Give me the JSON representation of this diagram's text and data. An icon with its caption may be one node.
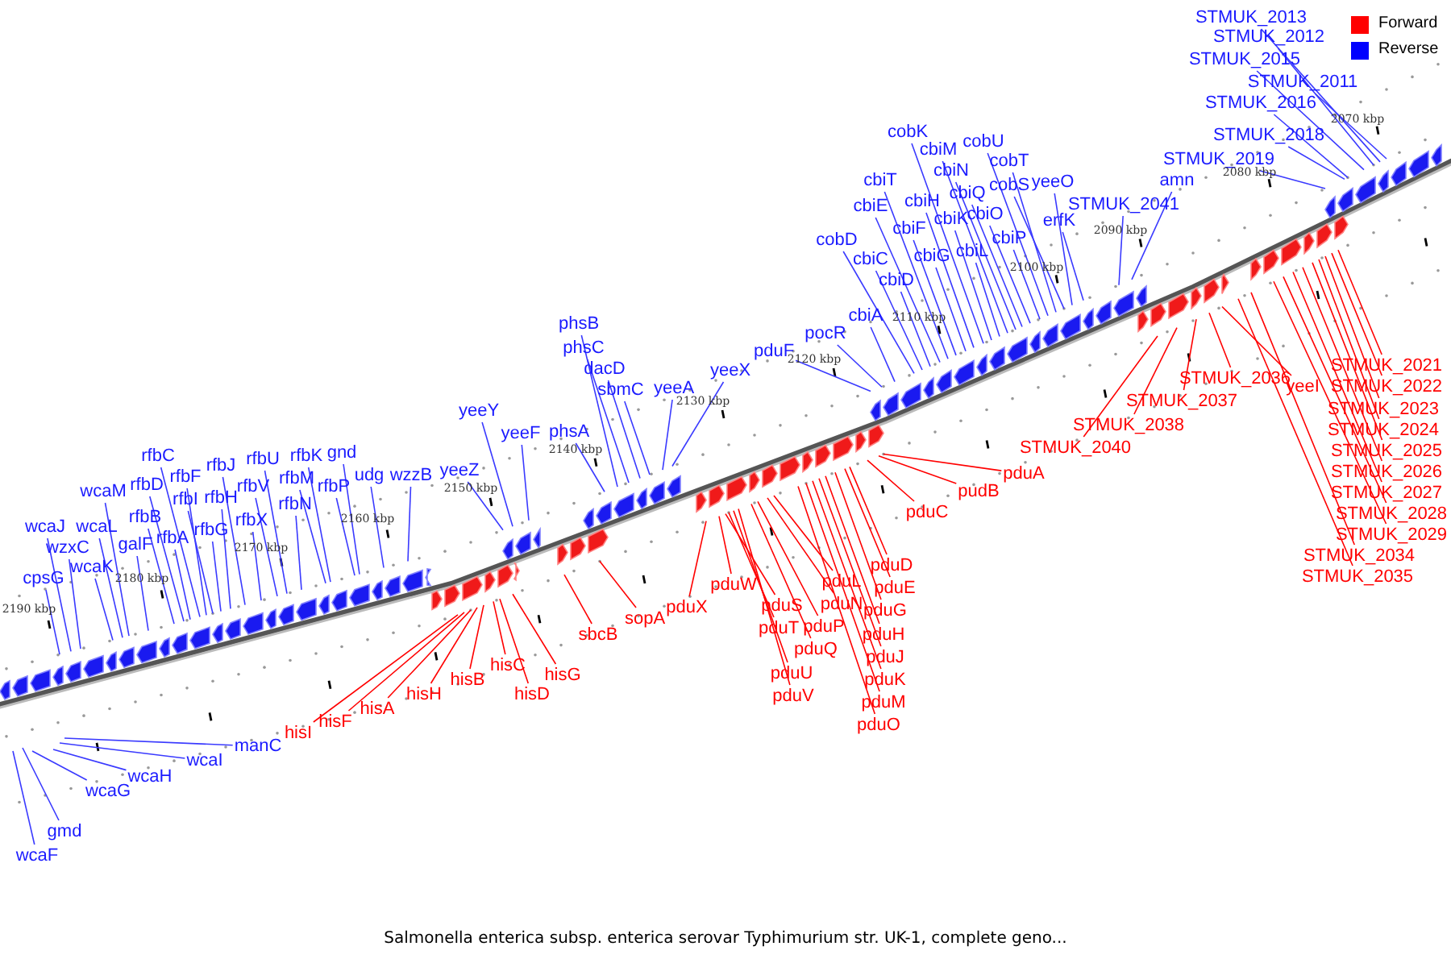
{
  "diagram": {
    "caption": "Salmonella enterica subsp. enterica serovar Typhimurium str. UK-1, complete geno...",
    "nodes": [
      {
        "text": [
          "rfbC"
        ]
      },
      {
        "text": [
          "gnd"
        ]
      },
      {
        "text": [
          "rfbK"
        ]
      },
      {
        "text": [
          "rfbU"
        ]
      },
      {
        "text": [
          "rfbJ"
        ]
      },
      {
        "text": [
          "rfbF"
        ]
      },
      {
        "text": [
          "rfbM"
        ]
      },
      {
        "text": [
          "udg"
        ]
      },
      {
        "text": [
          "wzzB"
        ]
      },
      {
        "text": [
          "rfbD"
        ]
      },
      {
        "text": [
          "rfbV"
        ]
      },
      {
        "text": [
          "rfbP"
        ]
      },
      {
        "text": [
          "wcaM"
        ]
      },
      {
        "text": [
          "rfbI"
        ]
      },
      {
        "text": [
          "rfbH"
        ]
      },
      {
        "text": [
          "rfbN"
        ]
      },
      {
        "text": [
          "rfbB"
        ]
      },
      {
        "text": [
          "rfbX"
        ]
      },
      {
        "text": [
          "wcaJ"
        ]
      },
      {
        "text": [
          "wcaL"
        ]
      },
      {
        "text": [
          "rfbG"
        ]
      },
      {
        "text": [
          "rfbA"
        ]
      },
      {
        "text": [
          "galF"
        ]
      },
      {
        "text": [
          "wzxC"
        ]
      },
      {
        "text": [
          "wcaK"
        ]
      },
      {
        "text": [
          "cpsG"
        ]
      },
      {
        "text": [
          "manC"
        ]
      },
      {
        "text": [
          "wcaI"
        ]
      },
      {
        "text": [
          "wcaH"
        ]
      },
      {
        "text": [
          "wcaG"
        ]
      },
      {
        "text": [
          "gmd"
        ]
      },
      {
        "text": [
          "wcaF"
        ]
      },
      {
        "text": [
          "yeeY"
        ]
      },
      {
        "text": [
          "yeeF"
        ]
      },
      {
        "text": [
          "yeeZ"
        ]
      },
      {
        "text": [
          "phsA"
        ]
      },
      {
        "text": [
          "phsB"
        ]
      },
      {
        "text": [
          "phsC"
        ]
      },
      {
        "text": [
          "dacD"
        ]
      },
      {
        "text": [
          "sbmC"
        ]
      },
      {
        "text": [
          "yeeA"
        ]
      },
      {
        "text": [
          "yeeX"
        ]
      },
      {
        "text": [
          "pduF"
        ]
      },
      {
        "text": [
          "pocR"
        ]
      },
      {
        "text": [
          "cbiA"
        ]
      },
      {
        "text": [
          "cobK"
        ]
      },
      {
        "text": [
          "cbiM"
        ]
      },
      {
        "text": [
          "cobU"
        ]
      },
      {
        "text": [
          "cobT"
        ]
      },
      {
        "text": [
          "cbiN"
        ]
      },
      {
        "text": [
          "cbiE"
        ]
      },
      {
        "text": [
          "cbiT"
        ]
      },
      {
        "text": [
          "yeeO"
        ]
      },
      {
        "text": [
          "cobS"
        ]
      },
      {
        "text": [
          "cbiQ"
        ]
      },
      {
        "text": [
          "cbiH"
        ]
      },
      {
        "text": [
          "cbiK"
        ]
      },
      {
        "text": [
          "cbiO"
        ]
      },
      {
        "text": [
          "erfK"
        ]
      },
      {
        "text": [
          "cbiF"
        ]
      },
      {
        "text": [
          "cbiP"
        ]
      },
      {
        "text": [
          "cobD"
        ]
      },
      {
        "text": [
          "cbiL"
        ]
      },
      {
        "text": [
          "cbiG"
        ]
      },
      {
        "text": [
          "cbiC"
        ]
      },
      {
        "text": [
          "cbiD"
        ]
      },
      {
        "text": [
          "STMUK_2041"
        ]
      },
      {
        "text": [
          "amn"
        ]
      },
      {
        "text": [
          "STMUK_2013"
        ]
      },
      {
        "text": [
          "STMUK_2012"
        ]
      },
      {
        "text": [
          "STMUK_2015"
        ]
      },
      {
        "text": [
          "STMUK_2011"
        ]
      },
      {
        "text": [
          "STMUK_2016"
        ]
      },
      {
        "text": [
          "STMUK_2018"
        ]
      },
      {
        "text": [
          "STMUK_2019"
        ]
      },
      {
        "text": [
          "hisI"
        ]
      },
      {
        "text": [
          "hisF"
        ]
      },
      {
        "text": [
          "hisA"
        ]
      },
      {
        "text": [
          "hisH"
        ]
      },
      {
        "text": [
          "hisB"
        ]
      },
      {
        "text": [
          "hisC"
        ]
      },
      {
        "text": [
          "hisD"
        ]
      },
      {
        "text": [
          "hisG"
        ]
      },
      {
        "text": [
          "sbcB"
        ]
      },
      {
        "text": [
          "sopA"
        ]
      },
      {
        "text": [
          "pduX"
        ]
      },
      {
        "text": [
          "pduW"
        ]
      },
      {
        "text": [
          "pduS"
        ]
      },
      {
        "text": [
          "pduT"
        ]
      },
      {
        "text": [
          "pduU"
        ]
      },
      {
        "text": [
          "pduV"
        ]
      },
      {
        "text": [
          "pduQ"
        ]
      },
      {
        "text": [
          "pduP"
        ]
      },
      {
        "text": [
          "pduN"
        ]
      },
      {
        "text": [
          "pduL"
        ]
      },
      {
        "text": [
          "pduD"
        ]
      },
      {
        "text": [
          "pduE"
        ]
      },
      {
        "text": [
          "pduG"
        ]
      },
      {
        "text": [
          "pduH"
        ]
      },
      {
        "text": [
          "pduJ"
        ]
      },
      {
        "text": [
          "pduK"
        ]
      },
      {
        "text": [
          "pduM"
        ]
      },
      {
        "text": [
          "pduO"
        ]
      },
      {
        "text": [
          "pduC"
        ]
      },
      {
        "text": [
          "pudB"
        ]
      },
      {
        "text": [
          "pduA"
        ]
      },
      {
        "text": [
          "STMUK_2040"
        ]
      },
      {
        "text": [
          "STMUK_2038"
        ]
      },
      {
        "text": [
          "STMUK_2037"
        ]
      },
      {
        "text": [
          "STMUK_2036"
        ]
      },
      {
        "text": [
          "yeeI"
        ]
      },
      {
        "text": [
          "STMUK_2021"
        ]
      },
      {
        "text": [
          "STMUK_2022"
        ]
      },
      {
        "text": [
          "STMUK_2023"
        ]
      },
      {
        "text": [
          "STMUK_2024"
        ]
      },
      {
        "text": [
          "STMUK_2025"
        ]
      },
      {
        "text": [
          "STMUK_2026"
        ]
      },
      {
        "text": [
          "STMUK_2027"
        ]
      },
      {
        "text": [
          "STMUK_2028"
        ]
      },
      {
        "text": [
          "STMUK_2029"
        ]
      },
      {
        "text": [
          "STMUK_2034"
        ]
      },
      {
        "text": [
          "STMUK_2035"
        ]
      }
    ],
    "edges": [
      {
        "from": 0,
        "to": null,
        "arrow": "none"
      },
      {
        "from": 1,
        "to": null,
        "arrow": "none"
      },
      {
        "from": 2,
        "to": null,
        "arrow": "none"
      },
      {
        "from": 3,
        "to": null,
        "arrow": "none"
      },
      {
        "from": 4,
        "to": null,
        "arrow": "none"
      },
      {
        "from": 5,
        "to": null,
        "arrow": "none"
      },
      {
        "from": 6,
        "to": null,
        "arrow": "none"
      },
      {
        "from": 7,
        "to": null,
        "arrow": "none"
      },
      {
        "from": 8,
        "to": null,
        "arrow": "none"
      },
      {
        "from": 9,
        "to": null,
        "arrow": "none"
      },
      {
        "from": 10,
        "to": null,
        "arrow": "none"
      },
      {
        "from": 11,
        "to": null,
        "arrow": "none"
      },
      {
        "from": 12,
        "to": null,
        "arrow": "none"
      },
      {
        "from": 13,
        "to": null,
        "arrow": "none"
      },
      {
        "from": 14,
        "to": null,
        "arrow": "none"
      },
      {
        "from": 15,
        "to": null,
        "arrow": "none"
      },
      {
        "from": 16,
        "to": null,
        "arrow": "none"
      },
      {
        "from": 17,
        "to": null,
        "arrow": "none"
      },
      {
        "from": 18,
        "to": null,
        "arrow": "none"
      },
      {
        "from": 19,
        "to": null,
        "arrow": "none"
      },
      {
        "from": 20,
        "to": null,
        "arrow": "none"
      },
      {
        "from": 21,
        "to": null,
        "arrow": "none"
      },
      {
        "from": 22,
        "to": null,
        "arrow": "none"
      },
      {
        "from": 23,
        "to": null,
        "arrow": "none"
      },
      {
        "from": 24,
        "to": null,
        "arrow": "none"
      },
      {
        "from": 25,
        "to": null,
        "arrow": "none"
      },
      {
        "from": 26,
        "to": null,
        "arrow": "none"
      },
      {
        "from": 27,
        "to": null,
        "arrow": "none"
      },
      {
        "from": 28,
        "to": null,
        "arrow": "none"
      },
      {
        "from": 29,
        "to": null,
        "arrow": "none"
      },
      {
        "from": 30,
        "to": null,
        "arrow": "none"
      },
      {
        "from": 31,
        "to": null,
        "arrow": "none"
      },
      {
        "from": 32,
        "to": null,
        "arrow": "none"
      },
      {
        "from": 33,
        "to": null,
        "arrow": "none"
      },
      {
        "from": 34,
        "to": null,
        "arrow": "none"
      },
      {
        "from": 35,
        "to": null,
        "arrow": "none"
      },
      {
        "from": 36,
        "to": null,
        "arrow": "none"
      },
      {
        "from": 37,
        "to": null,
        "arrow": "none"
      },
      {
        "from": 38,
        "to": null,
        "arrow": "none"
      },
      {
        "from": 39,
        "to": null,
        "arrow": "none"
      },
      {
        "from": 40,
        "to": null,
        "arrow": "none"
      },
      {
        "from": 41,
        "to": null,
        "arrow": "none"
      },
      {
        "from": 42,
        "to": null,
        "arrow": "none"
      },
      {
        "from": 43,
        "to": null,
        "arrow": "none"
      },
      {
        "from": 44,
        "to": null,
        "arrow": "none"
      },
      {
        "from": 45,
        "to": null,
        "arrow": "none"
      },
      {
        "from": 46,
        "to": null,
        "arrow": "none"
      },
      {
        "from": 47,
        "to": null,
        "arrow": "none"
      },
      {
        "from": 48,
        "to": null,
        "arrow": "none"
      },
      {
        "from": 49,
        "to": null,
        "arrow": "none"
      },
      {
        "from": 50,
        "to": null,
        "arrow": "none"
      },
      {
        "from": 51,
        "to": null,
        "arrow": "none"
      },
      {
        "from": 52,
        "to": null,
        "arrow": "none"
      },
      {
        "from": 53,
        "to": null,
        "arrow": "none"
      },
      {
        "from": 54,
        "to": null,
        "arrow": "none"
      },
      {
        "from": 55,
        "to": null,
        "arrow": "none"
      },
      {
        "from": 56,
        "to": null,
        "arrow": "none"
      },
      {
        "from": 57,
        "to": null,
        "arrow": "none"
      },
      {
        "from": 58,
        "to": null,
        "arrow": "none"
      },
      {
        "from": 59,
        "to": null,
        "arrow": "none"
      },
      {
        "from": 60,
        "to": null,
        "arrow": "none"
      },
      {
        "from": 61,
        "to": null,
        "arrow": "none"
      },
      {
        "from": 62,
        "to": null,
        "arrow": "none"
      },
      {
        "from": 63,
        "to": null,
        "arrow": "none"
      },
      {
        "from": 64,
        "to": null,
        "arrow": "none"
      },
      {
        "from": 65,
        "to": null,
        "arrow": "none"
      },
      {
        "from": 66,
        "to": null,
        "arrow": "none"
      },
      {
        "from": 67,
        "to": null,
        "arrow": "none"
      },
      {
        "from": 68,
        "to": null,
        "arrow": "none"
      },
      {
        "from": 69,
        "to": null,
        "arrow": "none"
      },
      {
        "from": 70,
        "to": null,
        "arrow": "none"
      },
      {
        "from": 71,
        "to": null,
        "arrow": "none"
      },
      {
        "from": 72,
        "to": null,
        "arrow": "none"
      },
      {
        "from": 73,
        "to": null,
        "arrow": "none"
      },
      {
        "from": 74,
        "to": null,
        "arrow": "none"
      },
      {
        "from": 75,
        "to": null,
        "arrow": "none",
        "color": "#ff0000"
      },
      {
        "from": 76,
        "to": null,
        "arrow": "none",
        "color": "#ff0000"
      },
      {
        "from": 77,
        "to": null,
        "arrow": "none",
        "color": "#ff0000"
      },
      {
        "from": 78,
        "to": null,
        "arrow": "none",
        "color": "#ff0000"
      },
      {
        "from": 79,
        "to": null,
        "arrow": "none",
        "color": "#ff0000"
      },
      {
        "from": 80,
        "to": null,
        "arrow": "none",
        "color": "#ff0000"
      },
      {
        "from": 81,
        "to": null,
        "arrow": "none",
        "color": "#ff0000"
      },
      {
        "from": 82,
        "to": null,
        "arrow": "none",
        "color": "#ff0000"
      },
      {
        "from": 83,
        "to": null,
        "arrow": "none",
        "color": "#ff0000"
      },
      {
        "from": 84,
        "to": null,
        "arrow": "none",
        "color": "#ff0000"
      },
      {
        "from": 85,
        "to": null,
        "arrow": "none",
        "color": "#ff0000"
      },
      {
        "from": 86,
        "to": null,
        "arrow": "none",
        "color": "#ff0000"
      },
      {
        "from": 87,
        "to": null,
        "arrow": "none",
        "color": "#ff0000"
      },
      {
        "from": 88,
        "to": null,
        "arrow": "none",
        "color": "#ff0000"
      },
      {
        "from": 89,
        "to": null,
        "arrow": "none",
        "color": "#ff0000"
      },
      {
        "from": 90,
        "to": null,
        "arrow": "none",
        "color": "#ff0000"
      },
      {
        "from": 91,
        "to": null,
        "arrow": "none",
        "color": "#ff0000"
      },
      {
        "from": 92,
        "to": null,
        "arrow": "none",
        "color": "#ff0000"
      },
      {
        "from": 93,
        "to": null,
        "arrow": "none",
        "color": "#ff0000"
      },
      {
        "from": 94,
        "to": null,
        "arrow": "none",
        "color": "#ff0000"
      },
      {
        "from": 95,
        "to": null,
        "arrow": "none",
        "color": "#ff0000"
      },
      {
        "from": 96,
        "to": null,
        "arrow": "none",
        "color": "#ff0000"
      },
      {
        "from": 97,
        "to": null,
        "arrow": "none",
        "color": "#ff0000"
      },
      {
        "from": 98,
        "to": null,
        "arrow": "none",
        "color": "#ff0000"
      },
      {
        "from": 99,
        "to": null,
        "arrow": "none",
        "color": "#ff0000"
      },
      {
        "from": 100,
        "to": null,
        "arrow": "none",
        "color": "#ff0000"
      },
      {
        "from": 101,
        "to": null,
        "arrow": "none",
        "color": "#ff0000"
      },
      {
        "from": 102,
        "to": null,
        "arrow": "none",
        "color": "#ff0000"
      },
      {
        "from": 103,
        "to": null,
        "arrow": "none",
        "color": "#ff0000"
      },
      {
        "from": 104,
        "to": null,
        "arrow": "none",
        "color": "#ff0000"
      },
      {
        "from": 105,
        "to": null,
        "arrow": "none",
        "color": "#ff0000"
      },
      {
        "from": 106,
        "to": null,
        "arrow": "none",
        "color": "#ff0000"
      },
      {
        "from": 107,
        "to": null,
        "arrow": "none",
        "color": "#ff0000"
      },
      {
        "from": 108,
        "to": null,
        "arrow": "none",
        "color": "#ff0000"
      },
      {
        "from": 109,
        "to": null,
        "arrow": "none",
        "color": "#ff0000"
      },
      {
        "from": 110,
        "to": null,
        "arrow": "none",
        "color": "#ff0000"
      },
      {
        "from": 111,
        "to": null,
        "arrow": "none",
        "color": "#ff0000"
      },
      {
        "from": 112,
        "to": null,
        "arrow": "none",
        "color": "#ff0000"
      },
      {
        "from": 113,
        "to": null,
        "arrow": "none",
        "color": "#ff0000"
      },
      {
        "from": 114,
        "to": null,
        "arrow": "none",
        "color": "#ff0000"
      },
      {
        "from": 115,
        "to": null,
        "arrow": "none",
        "color": "#ff0000"
      },
      {
        "from": 116,
        "to": null,
        "arrow": "none",
        "color": "#ff0000"
      },
      {
        "from": 117,
        "to": null,
        "arrow": "none",
        "color": "#ff0000"
      },
      {
        "from": 118,
        "to": null,
        "arrow": "none",
        "color": "#ff0000"
      },
      {
        "from": 119,
        "to": null,
        "arrow": "none",
        "color": "#ff0000"
      },
      {
        "from": 120,
        "to": null,
        "arrow": "none",
        "color": "#ff0000"
      },
      {
        "from": 121,
        "to": null,
        "arrow": "none",
        "color": "#ff0000"
      }
    ],
    "labels": [
      "2190 kbp",
      "2180 kbp",
      "2170 kbp",
      "2160 kbp",
      "2150 kbp",
      "2140 kbp",
      "2130 kbp",
      "2120 kbp",
      "2110 kbp",
      "2100 kbp",
      "2090 kbp",
      "2080 kbp",
      "2070 kbp"
    ],
    "legend": [
      {
        "text": "Forward",
        "color": "#ff0000"
      },
      {
        "text": "Reverse",
        "color": "#0000ff"
      }
    ]
  }
}
